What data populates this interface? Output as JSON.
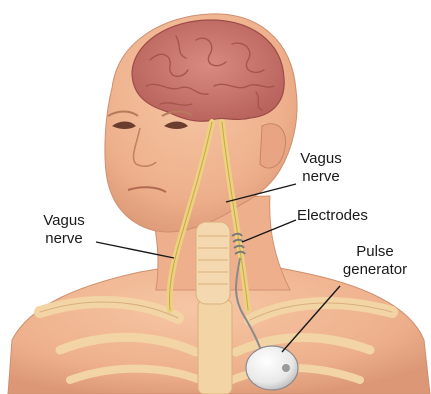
{
  "labels": {
    "vagus_right": [
      "Vagus",
      "nerve"
    ],
    "vagus_left": [
      "Vagus",
      "nerve"
    ],
    "electrodes": "Electrodes",
    "pulse_generator": [
      "Pulse",
      "generator"
    ]
  },
  "colors": {
    "skin": "#efb48f",
    "skin_shadow": "#d9977a",
    "brain": "#c9766f",
    "brain_fold": "#a8544f",
    "nerve": "#ecd27e",
    "bone": "#f2d4a5",
    "device": "#f2f2f2",
    "leader_line": "#1a1a1a"
  }
}
